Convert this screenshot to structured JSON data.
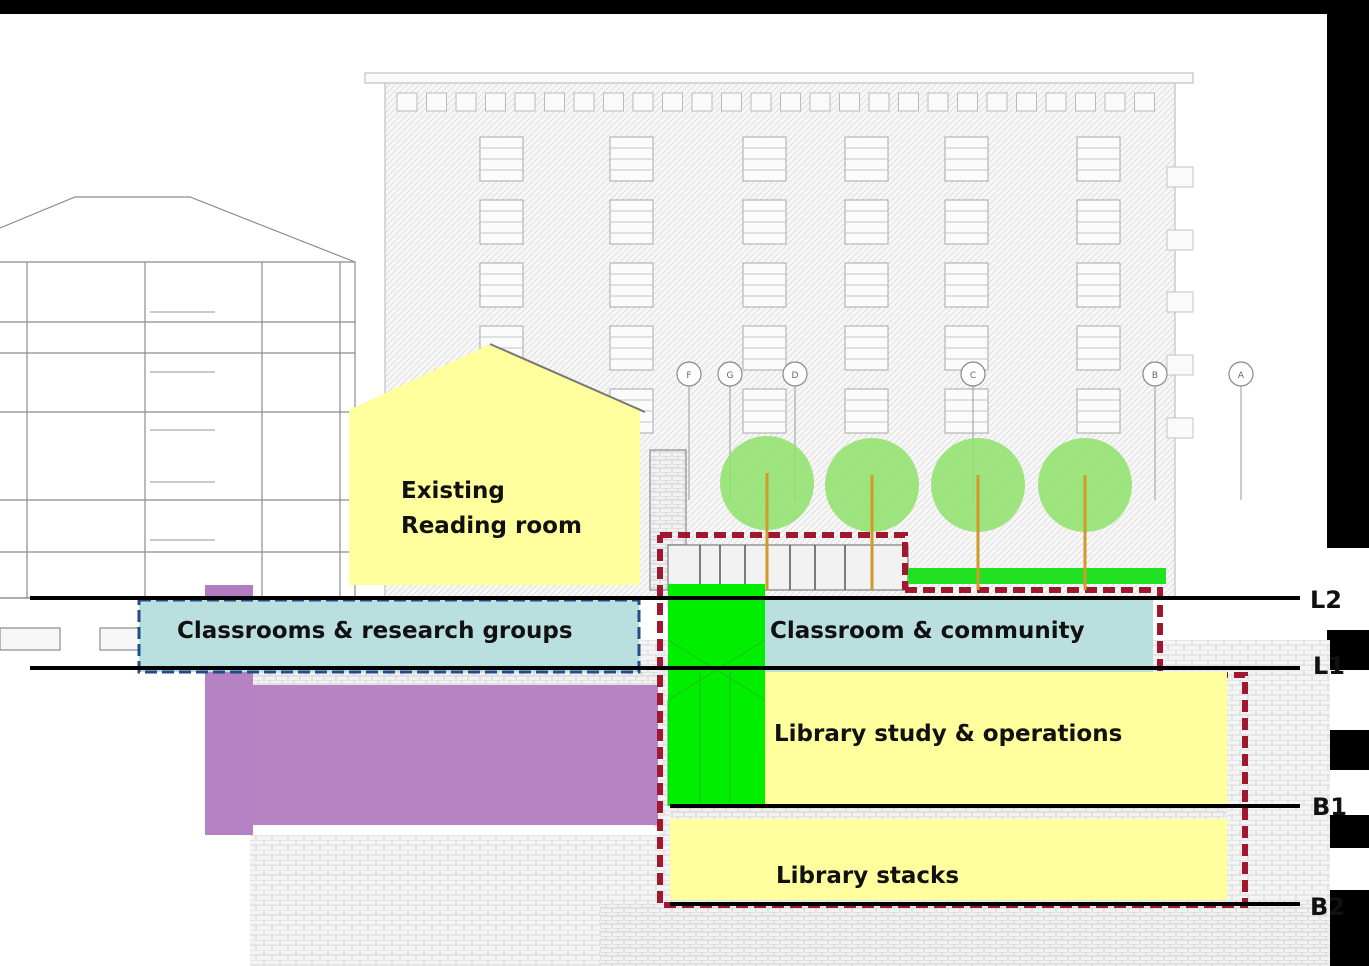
{
  "zones": {
    "existing_reading_room": {
      "line1": "Existing",
      "line2": "Reading room"
    },
    "classrooms_research": "Classrooms & research groups",
    "classroom_community": "Classroom & community",
    "library_study": "Library study & operations",
    "library_stacks": "Library stacks"
  },
  "levels": [
    "L2",
    "L1",
    "B1",
    "B2"
  ],
  "grid_markers": [
    "F",
    "G",
    "D",
    "C",
    "B",
    "A"
  ],
  "colors": {
    "top_band": "#000000",
    "zone_yellow": "#ffff9e",
    "zone_blue": "#b9dfdf",
    "zone_green": "#00ee00",
    "zone_purple": "#b27cc0",
    "tree_green": "#8fe26a",
    "tree_trunk": "#d29a2a",
    "outline_red": "#a01830",
    "outline_blue": "#1f4e8a",
    "level_line": "#000000"
  }
}
